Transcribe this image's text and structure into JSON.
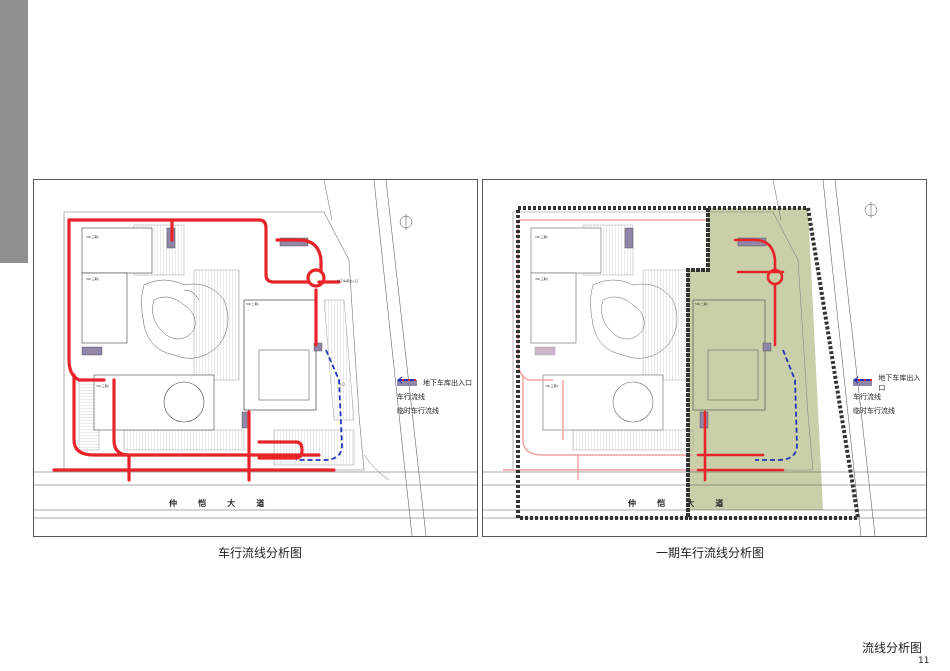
{
  "legend": {
    "garage": "地下车库出入口",
    "vehicle": "车行流线",
    "temporary": "临时车行流线"
  },
  "road_label": [
    "仲",
    "恺",
    "大",
    "道"
  ],
  "captions": {
    "left": "车行流线分析图",
    "right": "一期车行流线分析图"
  },
  "page": {
    "title": "流线分析图",
    "number": "11"
  },
  "colors": {
    "vehicle": "#e8242a",
    "temporary": "#2433b8",
    "garage": "#8f86a8",
    "phase1": "#c9cfa8",
    "boundary": "#333333"
  }
}
